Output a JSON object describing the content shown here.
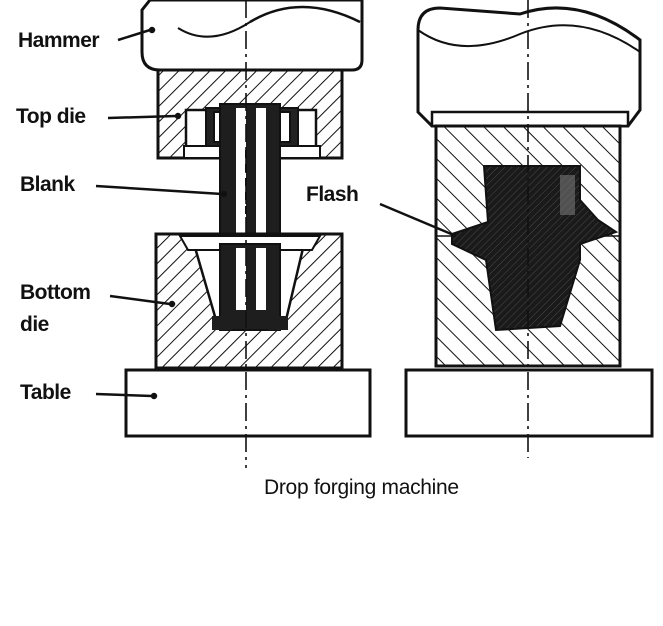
{
  "labels": {
    "hammer": "Hammer",
    "top_die": "Top die",
    "blank": "Blank",
    "bottom": "Bottom",
    "die": "die",
    "table": "Table",
    "flash": "Flash"
  },
  "caption": "Drop forging machine"
}
